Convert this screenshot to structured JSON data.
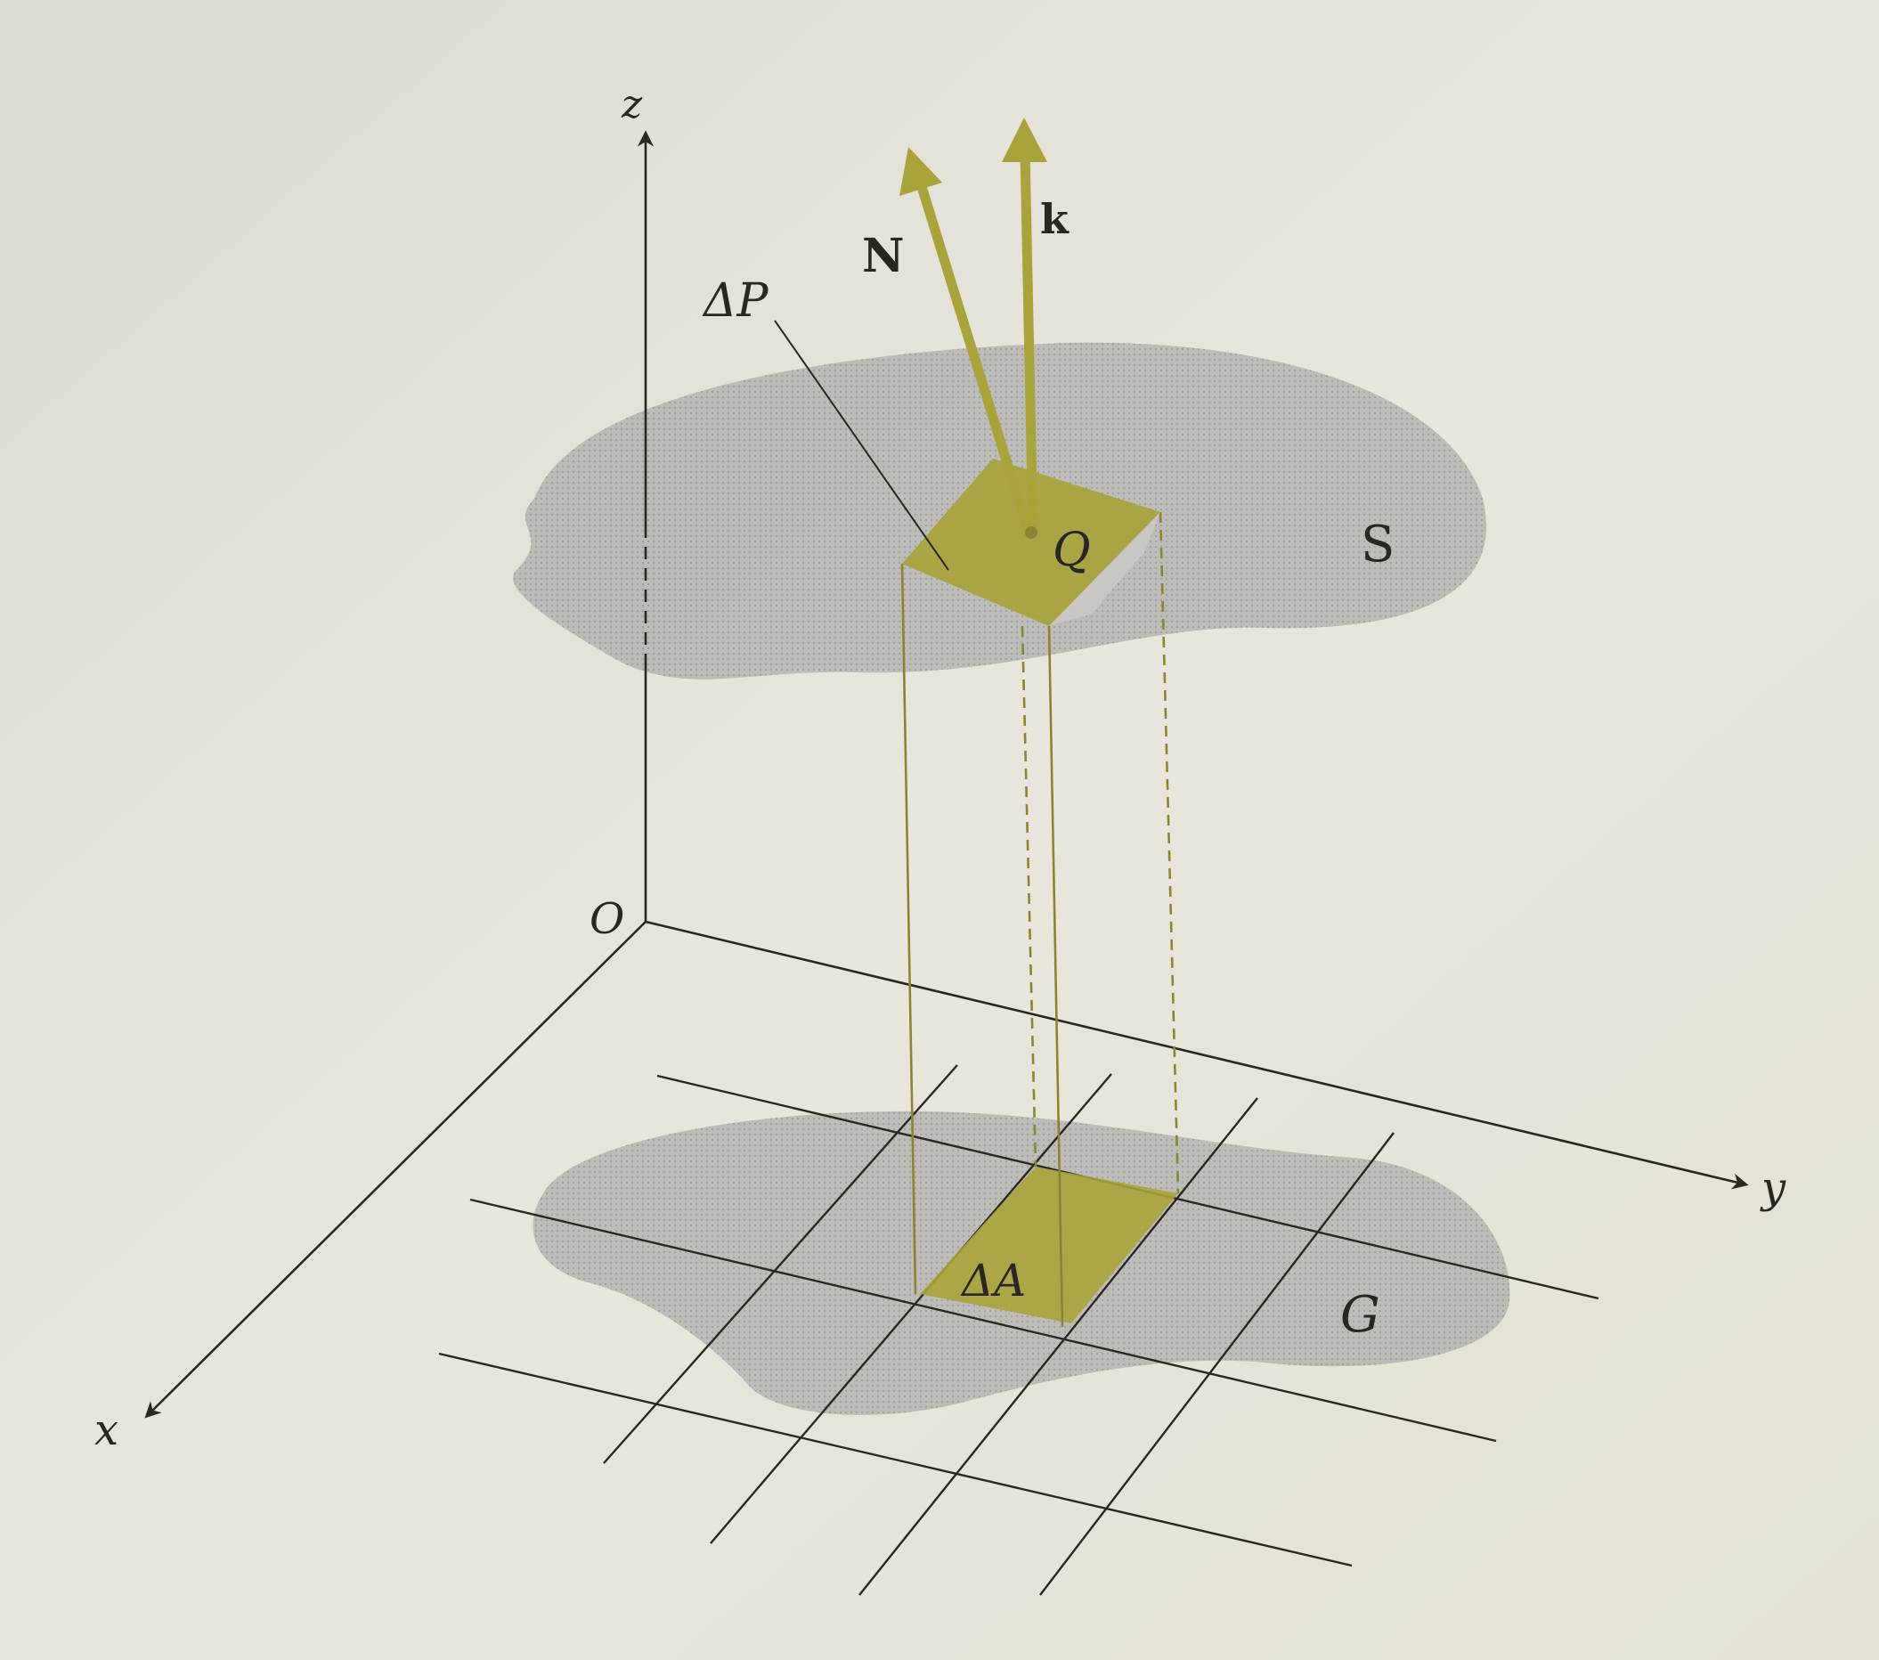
{
  "labels": {
    "z_axis": "z",
    "y_axis": "y",
    "x_axis": "x",
    "origin": "O",
    "normal_vector": "N",
    "unit_vector": "k",
    "surface_patch": "ΔP",
    "point": "Q",
    "surface": "S",
    "region": "G",
    "area_element": "ΔA"
  },
  "colors": {
    "background": "#e6e4da",
    "ink": "#2a2723",
    "shade": "#b3b3b1",
    "olive": "#a8a33a",
    "olive_dark": "#8a8530",
    "olive_light": "#c2bc55"
  }
}
